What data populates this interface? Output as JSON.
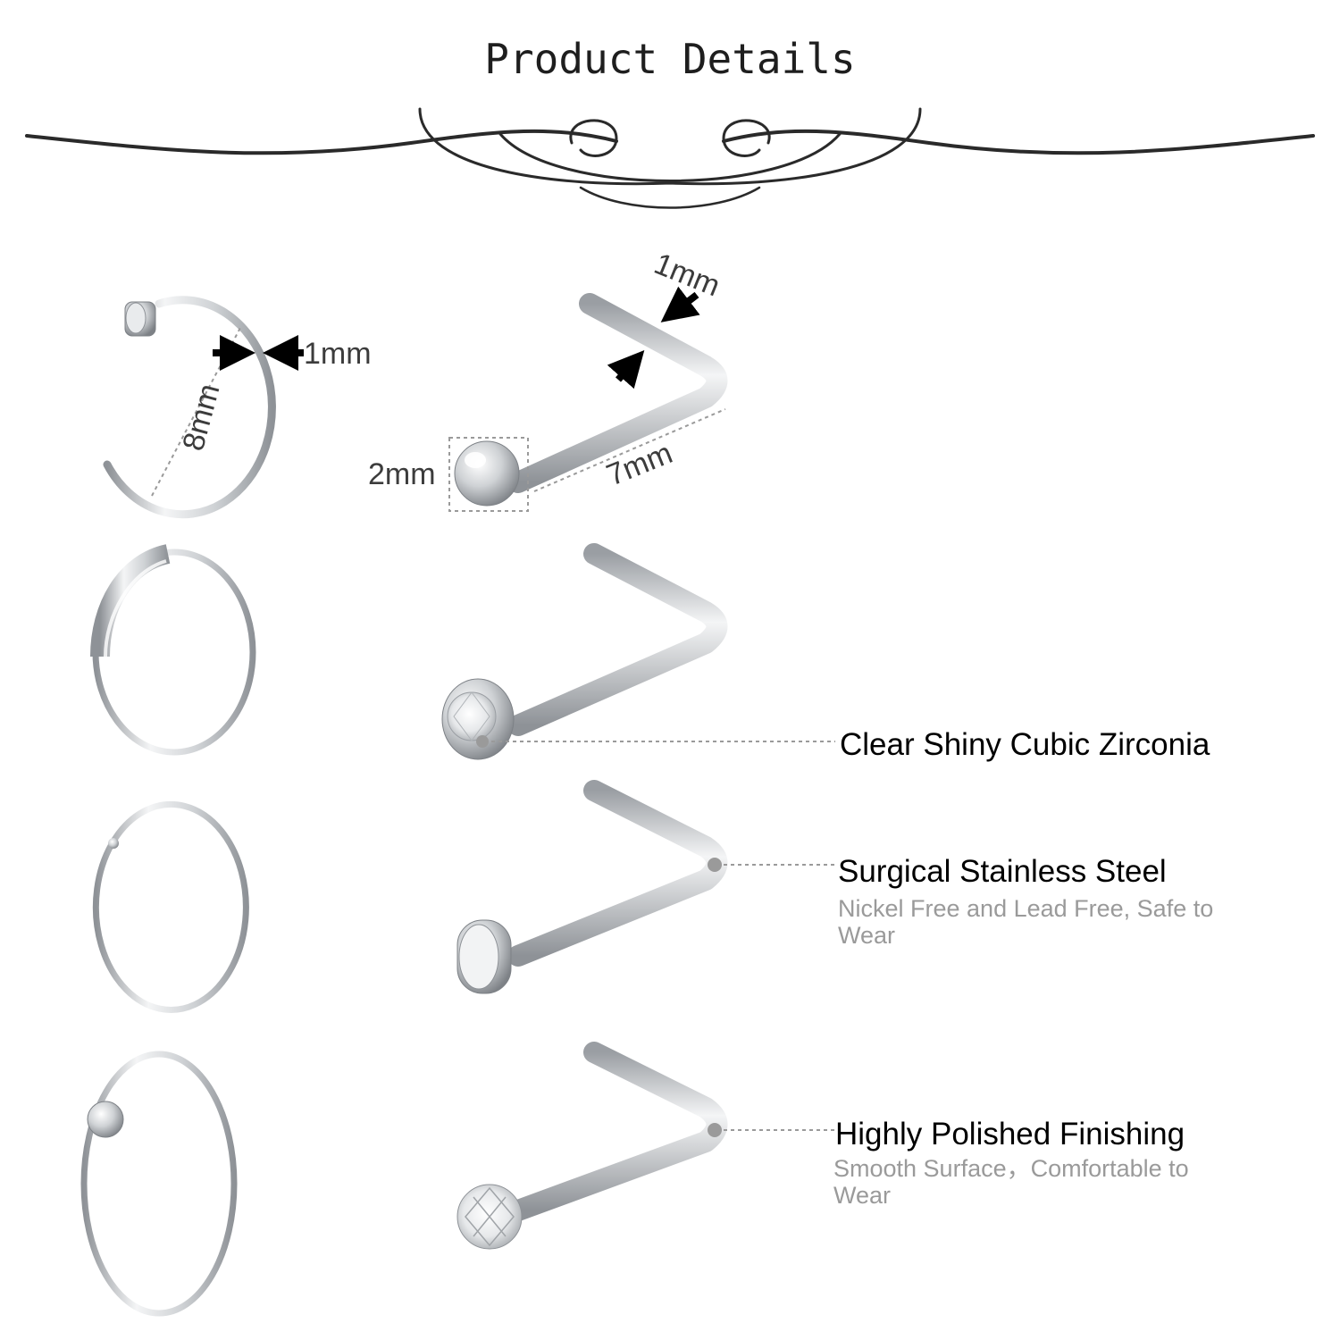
{
  "header": {
    "title": "Product Details"
  },
  "dimensions": {
    "ring_thickness": "1mm",
    "ring_diameter": "8mm",
    "stud_thickness": "1mm",
    "ball_size": "2mm",
    "post_length": "7mm"
  },
  "features": [
    {
      "title": "Clear Shiny Cubic Zirconia",
      "subtitle": ""
    },
    {
      "title": "Surgical Stainless Steel",
      "subtitle": "Nickel Free and Lead Free, Safe to Wear"
    },
    {
      "title": "Highly Polished Finishing",
      "subtitle": "Smooth Surface，Comfortable to Wear"
    }
  ],
  "colors": {
    "title": "#1e1e1e",
    "feature_title": "#000000",
    "feature_subtitle": "#9a9a9a",
    "metal": "#c9ccd0",
    "metal_dark": "#8e9297"
  }
}
